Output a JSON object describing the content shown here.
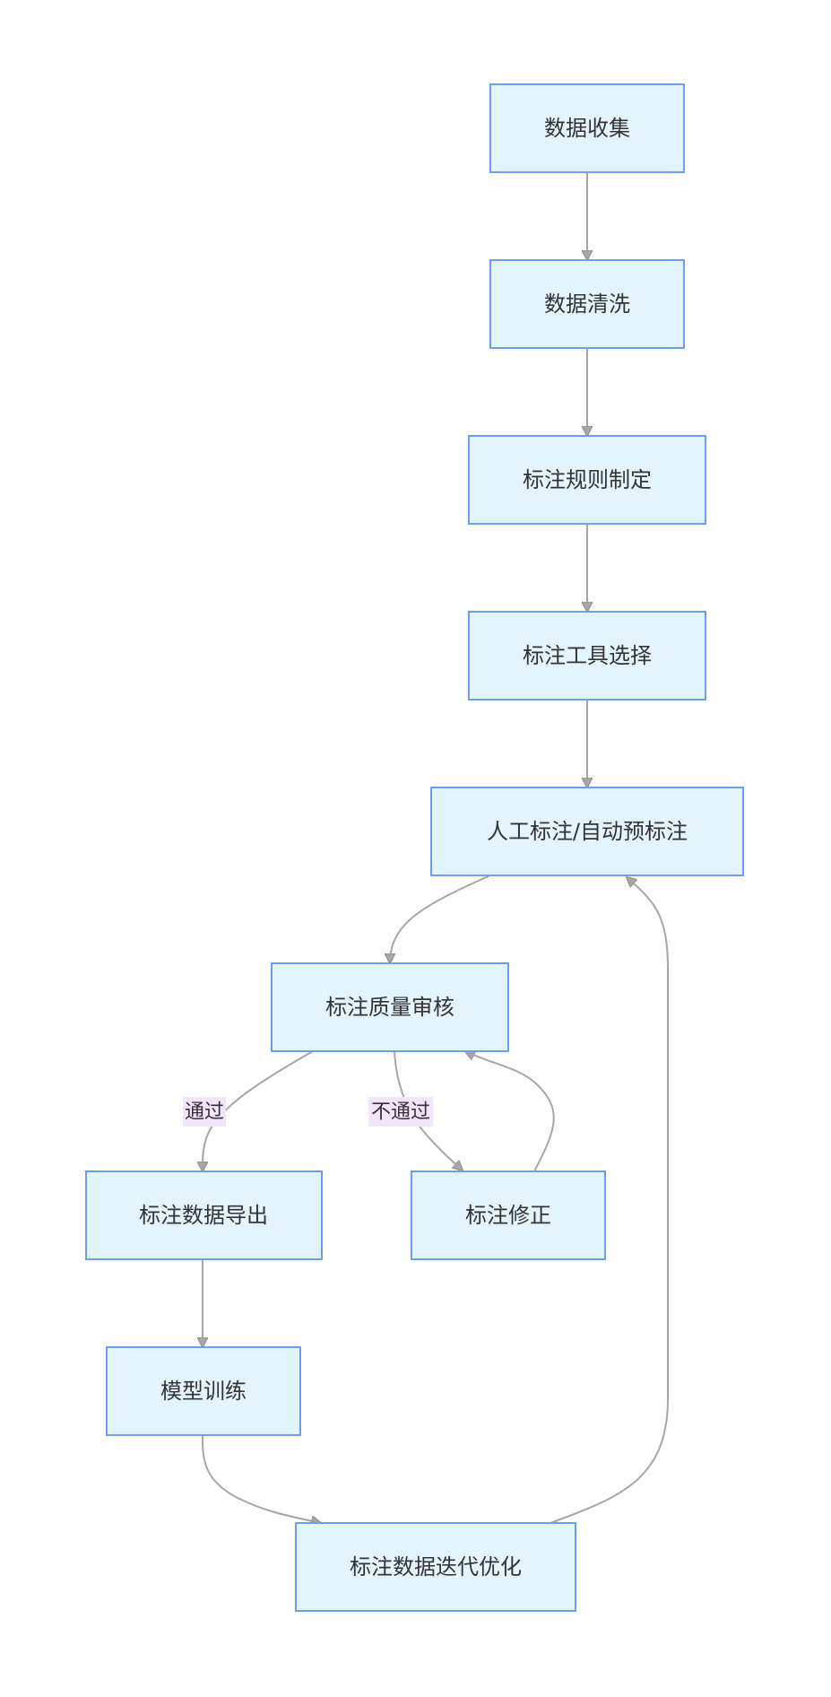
{
  "colors": {
    "node_fill": "#e4f4fc",
    "node_stroke": "#6c9ef0",
    "edge": "#a6a6a6",
    "label_bg": "#f2e4fb",
    "text": "#333333"
  },
  "nodes": {
    "collect": "数据收集",
    "clean": "数据清洗",
    "rules": "标注规则制定",
    "tool": "标注工具选择",
    "annotate": "人工标注/自动预标注",
    "review": "标注质量审核",
    "export": "标注数据导出",
    "fix": "标注修正",
    "train": "模型训练",
    "iterate": "标注数据迭代优化"
  },
  "edges": [
    {
      "from": "collect",
      "to": "clean",
      "label": ""
    },
    {
      "from": "clean",
      "to": "rules",
      "label": ""
    },
    {
      "from": "rules",
      "to": "tool",
      "label": ""
    },
    {
      "from": "tool",
      "to": "annotate",
      "label": ""
    },
    {
      "from": "annotate",
      "to": "review",
      "label": ""
    },
    {
      "from": "review",
      "to": "export",
      "label": "通过"
    },
    {
      "from": "review",
      "to": "fix",
      "label": "不通过"
    },
    {
      "from": "fix",
      "to": "review",
      "label": ""
    },
    {
      "from": "export",
      "to": "train",
      "label": ""
    },
    {
      "from": "train",
      "to": "iterate",
      "label": ""
    },
    {
      "from": "iterate",
      "to": "annotate",
      "label": ""
    }
  ]
}
